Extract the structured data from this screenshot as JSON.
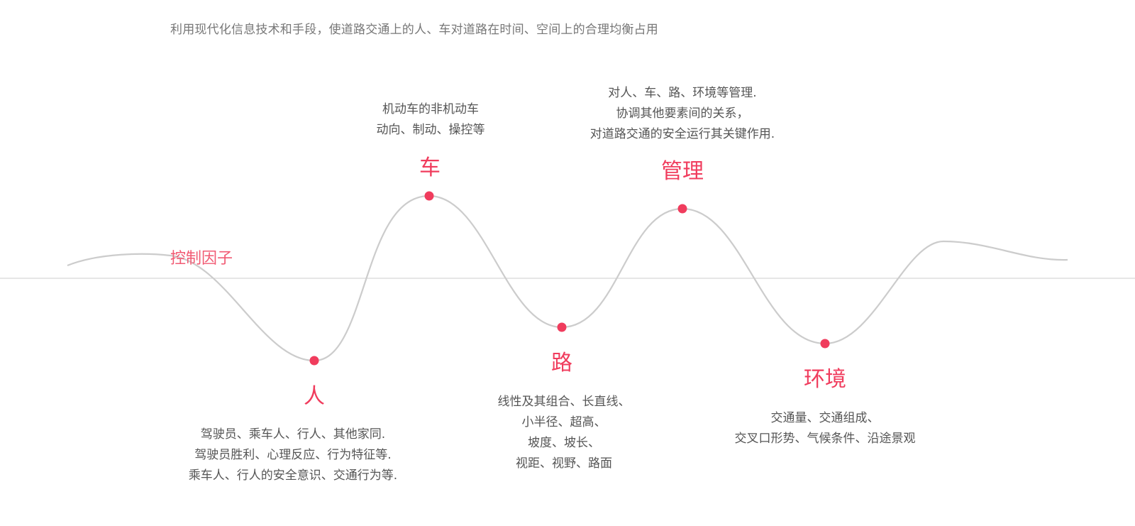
{
  "description": "利用现代化信息技术和手段，使道路交通上的人、车对道路在时间、空间上的合理均衡占用",
  "center_label": "控制因子",
  "colors": {
    "accent": "#f03c5d",
    "curve": "#cccccc",
    "axis": "#cccccc",
    "text": "#555555"
  },
  "nodes": [
    {
      "id": "person",
      "label": "人",
      "lines": [
        "驾驶员、乘车人、行人、其他家同.",
        "驾驶员胜利、心理反应、行为特征等.",
        "乘车人、行人的安全意识、交通行为等."
      ]
    },
    {
      "id": "vehicle",
      "label": "车",
      "lines": [
        "机动车的非机动车",
        "动向、制动、操控等"
      ]
    },
    {
      "id": "road",
      "label": "路",
      "lines": [
        "线性及其组合、长直线、",
        "小半径、超高、",
        "坡度、坡长、",
        "视距、视野、路面"
      ]
    },
    {
      "id": "management",
      "label": "管理",
      "lines": [
        "对人、车、路、环境等管理.",
        "协调其他要素间的关系，",
        "对道路交通的安全运行其关键作用."
      ]
    },
    {
      "id": "environment",
      "label": "环境",
      "lines": [
        "交通量、交通组成、",
        "交叉口形势、气候条件、沿途景观"
      ]
    }
  ]
}
